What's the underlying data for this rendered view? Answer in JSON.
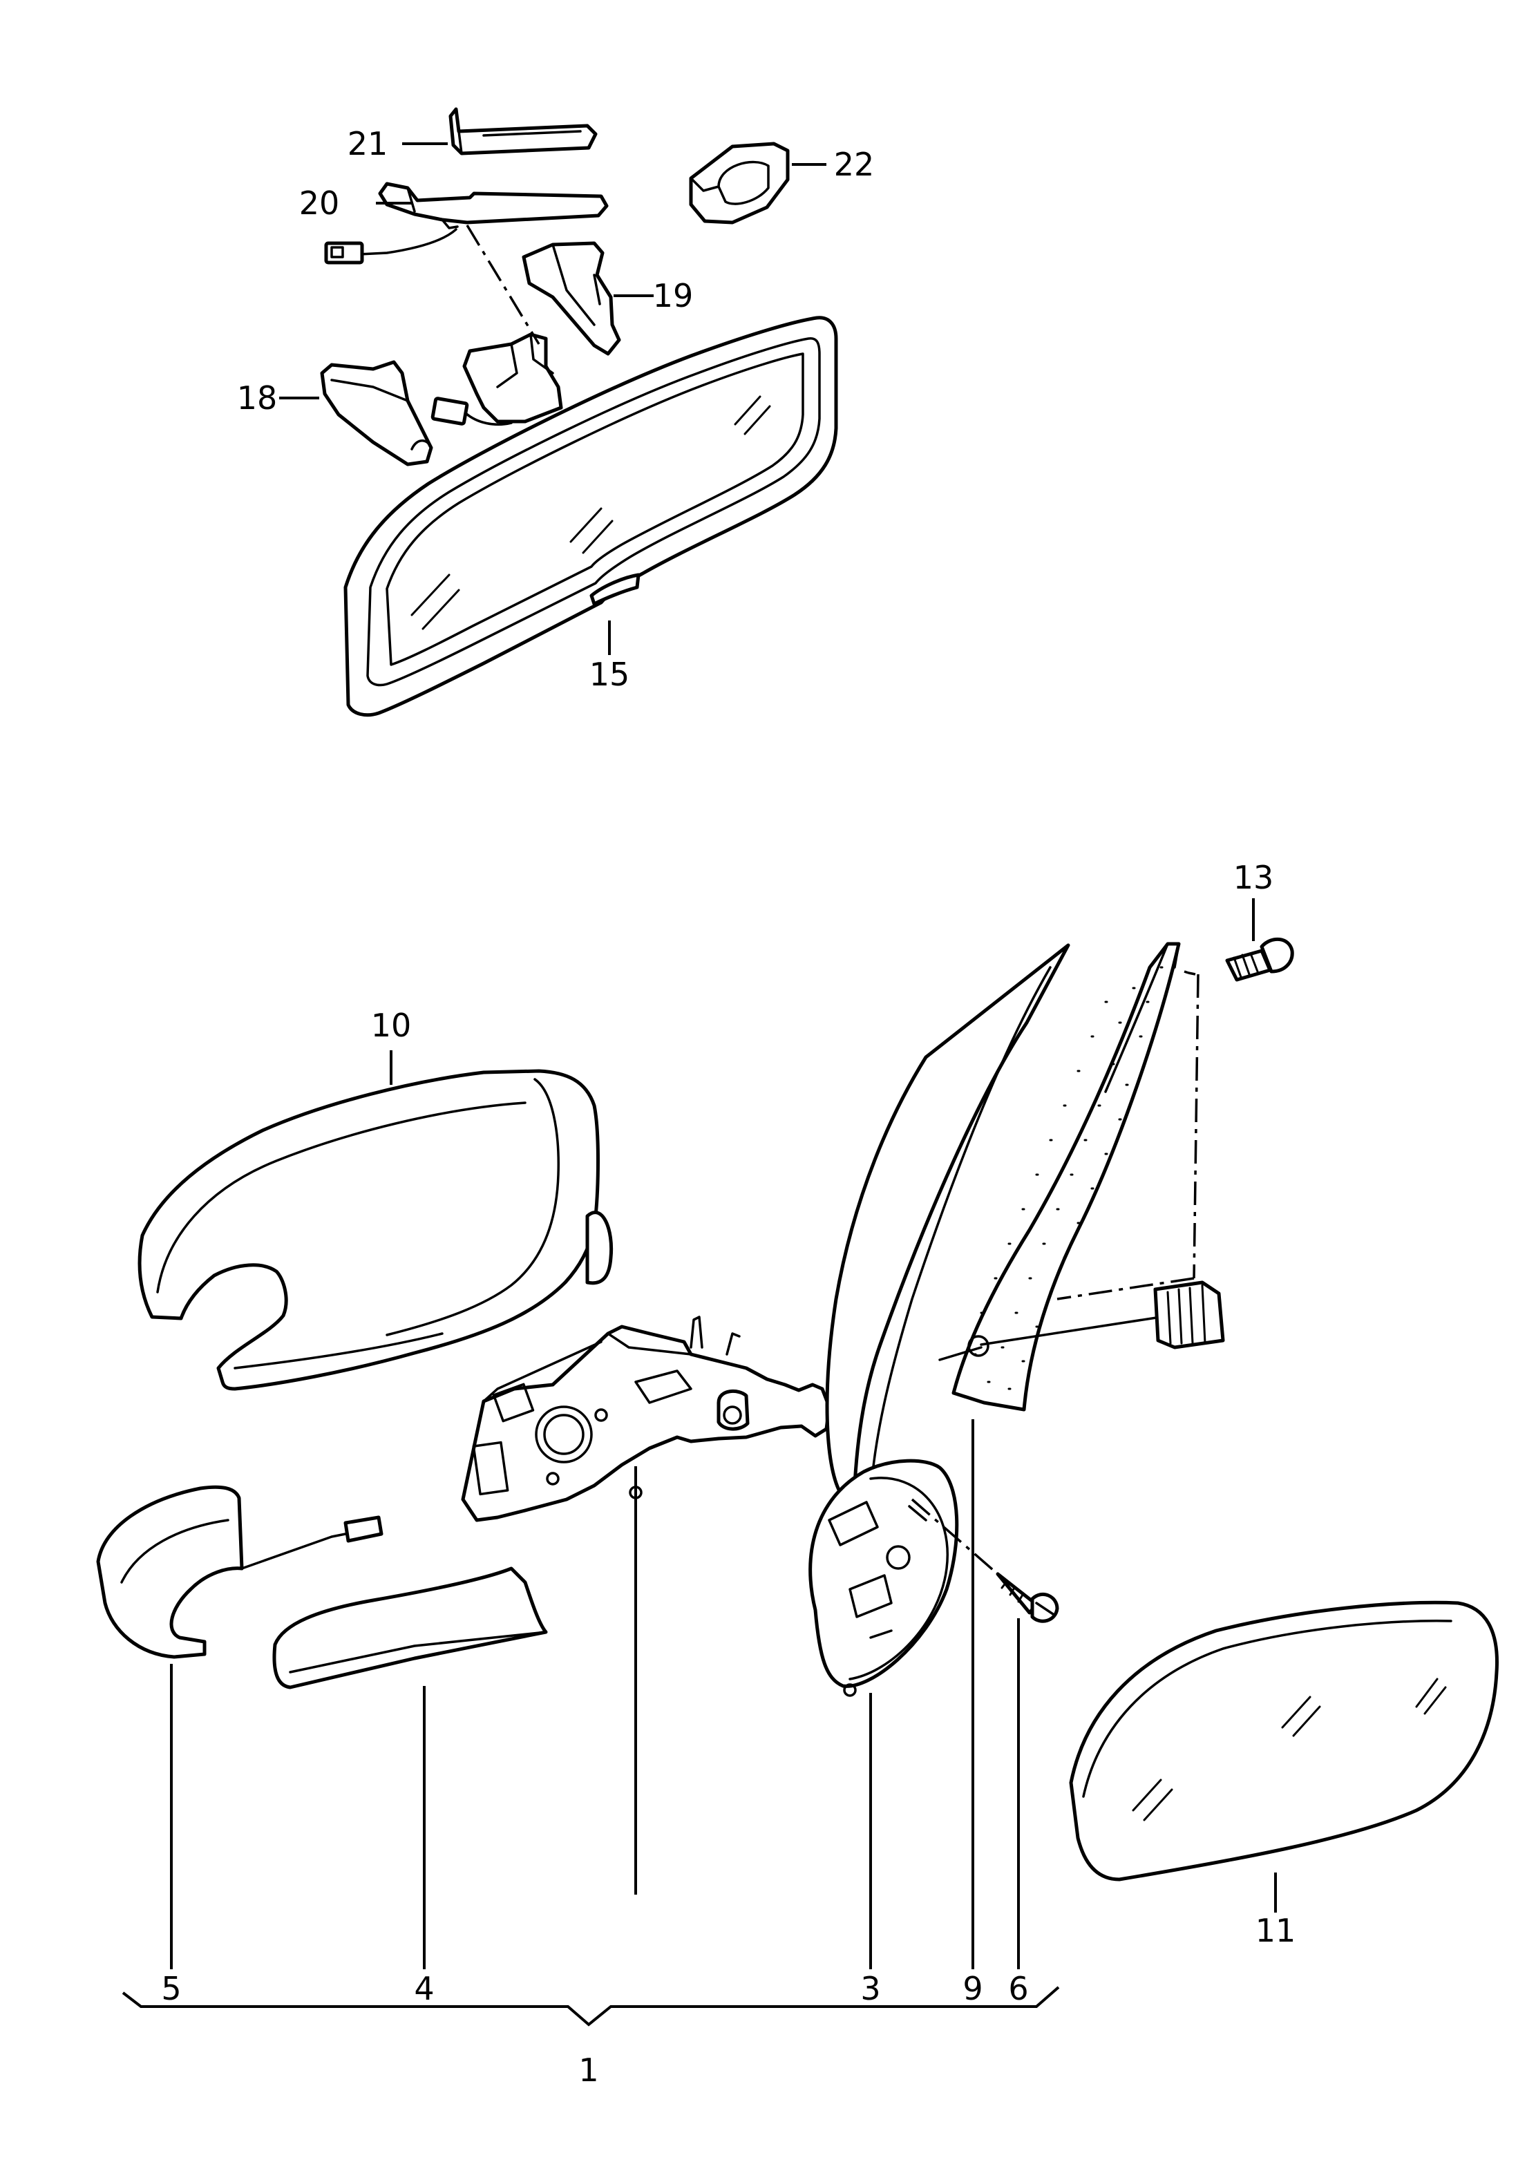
{
  "callouts": {
    "c1": "1",
    "c3": "3",
    "c4": "4",
    "c5": "5",
    "c6": "6",
    "c9": "9",
    "c10": "10",
    "c11": "11",
    "c13": "13",
    "c15": "15",
    "c18": "18",
    "c19": "19",
    "c20": "20",
    "c21": "21",
    "c22": "22"
  },
  "colors": {
    "line": "#000000",
    "background": "#ffffff"
  }
}
